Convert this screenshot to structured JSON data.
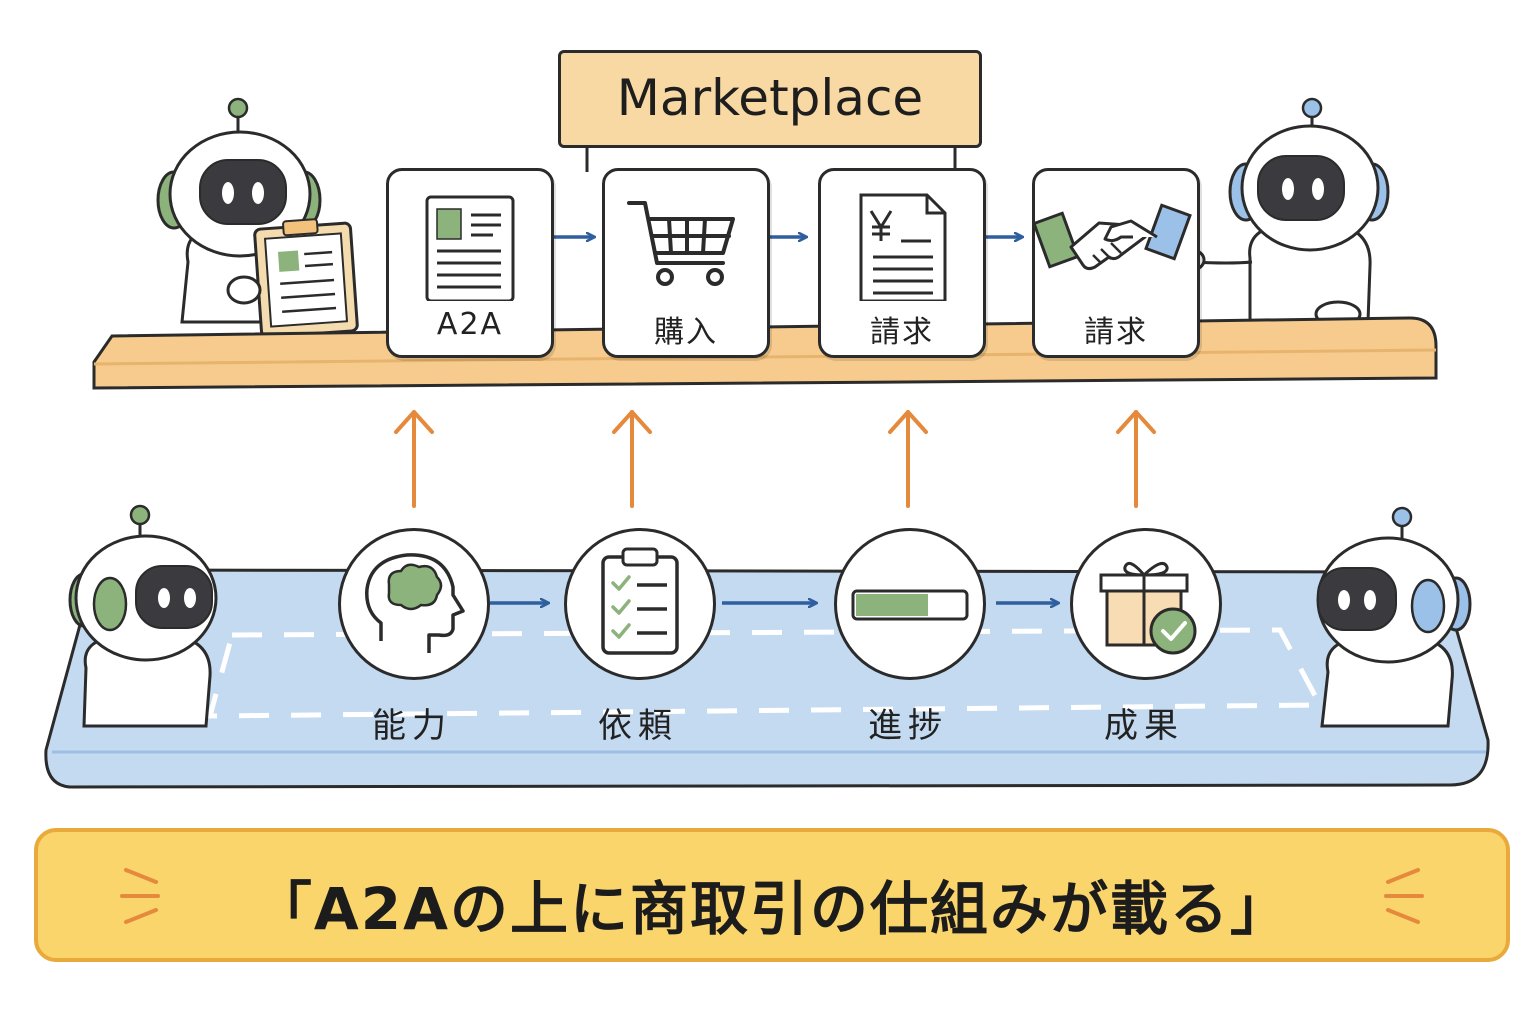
{
  "marketplace": {
    "sign_label": "Marketplace"
  },
  "top_steps": [
    {
      "label": "A2A",
      "icon": "document-icon"
    },
    {
      "label": "購入",
      "icon": "shopping-cart-icon"
    },
    {
      "label": "請求",
      "icon": "yen-invoice-icon"
    },
    {
      "label": "請求",
      "icon": "handshake-icon"
    }
  ],
  "bottom_steps": [
    {
      "label": "能力",
      "icon": "brain-head-icon"
    },
    {
      "label": "依頼",
      "icon": "checklist-clipboard-icon"
    },
    {
      "label": "進捗",
      "icon": "progress-bar-icon"
    },
    {
      "label": "成果",
      "icon": "gift-check-icon"
    }
  ],
  "caption": "「A2Aの上に商取引の仕組みが載る」",
  "colors": {
    "marketplace_shelf": "#f7cb8e",
    "a2a_platform": "#c3daf1",
    "caption_banner": "#f9d56b",
    "connector_arrow_up": "#e58a3c",
    "flow_arrow": "#2f5f9e",
    "accent_green": "#8cb37b",
    "accent_blue": "#9cc1e8"
  }
}
